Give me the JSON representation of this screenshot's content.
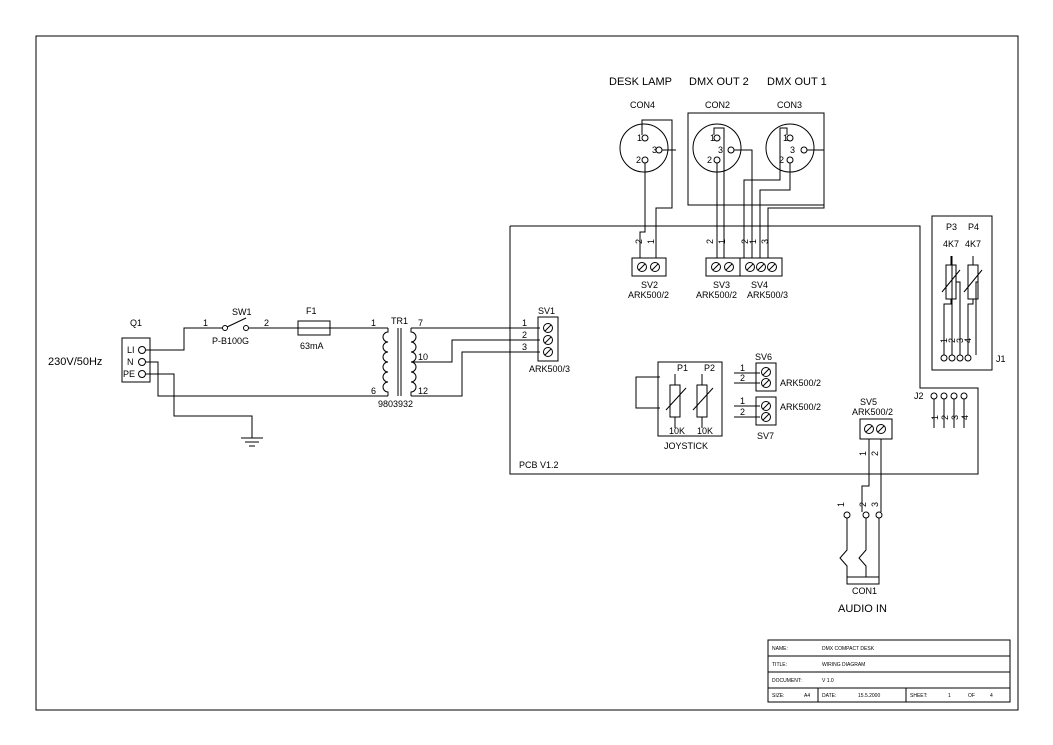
{
  "mains": {
    "label": "230V/50Hz",
    "ref": "Q1",
    "pins": [
      "LI",
      "N",
      "PE"
    ]
  },
  "switch": {
    "ref": "SW1",
    "value": "P-B100G",
    "pin1": "1",
    "pin2": "2"
  },
  "fuse": {
    "ref": "F1",
    "value": "63mA"
  },
  "transformer": {
    "ref": "TR1",
    "value": "9803932",
    "pins": {
      "p1": "1",
      "p6": "6",
      "p7": "7",
      "p10": "10",
      "p12": "12"
    }
  },
  "sv1": {
    "ref": "SV1",
    "value": "ARK500/3",
    "pins": [
      "1",
      "2",
      "3"
    ]
  },
  "pcb": {
    "label": "PCB V1.2"
  },
  "connectors": [
    {
      "title": "DESK LAMP",
      "ref": "CON4",
      "pins": [
        "1",
        "3",
        "2"
      ]
    },
    {
      "title": "DMX OUT 2",
      "ref": "CON2",
      "pins": [
        "1",
        "3",
        "2"
      ]
    },
    {
      "title": "DMX OUT 1",
      "ref": "CON3",
      "pins": [
        "1",
        "3",
        "2"
      ]
    }
  ],
  "sv2": {
    "ref": "SV2",
    "value": "ARK500/2",
    "pins": [
      "2",
      "1"
    ]
  },
  "sv3": {
    "ref": "SV3",
    "value": "ARK500/2",
    "pins": [
      "2",
      "1"
    ]
  },
  "sv4": {
    "ref": "SV4",
    "value": "ARK500/3",
    "pins": [
      "2",
      "1",
      "3"
    ]
  },
  "pots_top": {
    "p3": {
      "ref": "P3",
      "value": "4K7"
    },
    "p4": {
      "ref": "P4",
      "value": "4K7"
    },
    "pins": [
      "1",
      "2",
      "3",
      "4"
    ],
    "header": "J1"
  },
  "j2": {
    "ref": "J2",
    "pins": [
      "1",
      "2",
      "3",
      "4"
    ]
  },
  "joystick": {
    "label": "JOYSTICK",
    "p1": {
      "ref": "P1",
      "value": "10K"
    },
    "p2": {
      "ref": "P2",
      "value": "10K"
    }
  },
  "sv6": {
    "ref": "SV6",
    "value": "ARK500/2",
    "pins": [
      "1",
      "2"
    ]
  },
  "sv7": {
    "ref": "SV7",
    "value": "ARK500/2",
    "pins": [
      "1",
      "2"
    ]
  },
  "sv5": {
    "ref": "SV5",
    "value": "ARK500/2",
    "pins": [
      "1",
      "2"
    ]
  },
  "audio": {
    "ref": "CON1",
    "label": "AUDIO IN",
    "pins": [
      "1",
      "2",
      "3"
    ]
  },
  "title_block": {
    "name_label": "NAME:",
    "name_value": "DMX COMPACT DESK",
    "title_label": "TITLE:",
    "title_value": "WIRING DIAGRAM",
    "document_label": "DOCUMENT:",
    "document_value": "V 1.0",
    "size_label": "SIZE:",
    "size_value": "A4",
    "date_label": "DATE:",
    "date_value": "15.5.2000",
    "sheet_label": "SHEET:",
    "sheet_value": "1",
    "of_label": "OF",
    "of_value": "4"
  }
}
